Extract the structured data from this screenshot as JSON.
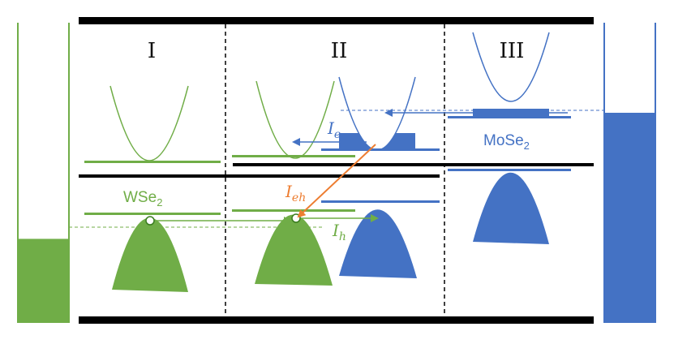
{
  "regions": {
    "left": "I",
    "middle": "II",
    "right": "III"
  },
  "materials": {
    "wse2": {
      "base": "WSe",
      "sub": "2"
    },
    "mose2": {
      "base": "MoSe",
      "sub": "2"
    }
  },
  "currents": {
    "electron": {
      "symbol": "I",
      "sub": "e"
    },
    "exchange": {
      "symbol": "I",
      "sub": "eh"
    },
    "hole": {
      "symbol": "I",
      "sub": "h"
    }
  },
  "colors": {
    "wse2_green": "#70ad47",
    "mose2_blue": "#4472c4",
    "exchange_orange": "#ed7d31",
    "border": "#000000"
  },
  "reservoirs": {
    "left_fill_level": 0.28,
    "right_fill_level": 0.7
  }
}
